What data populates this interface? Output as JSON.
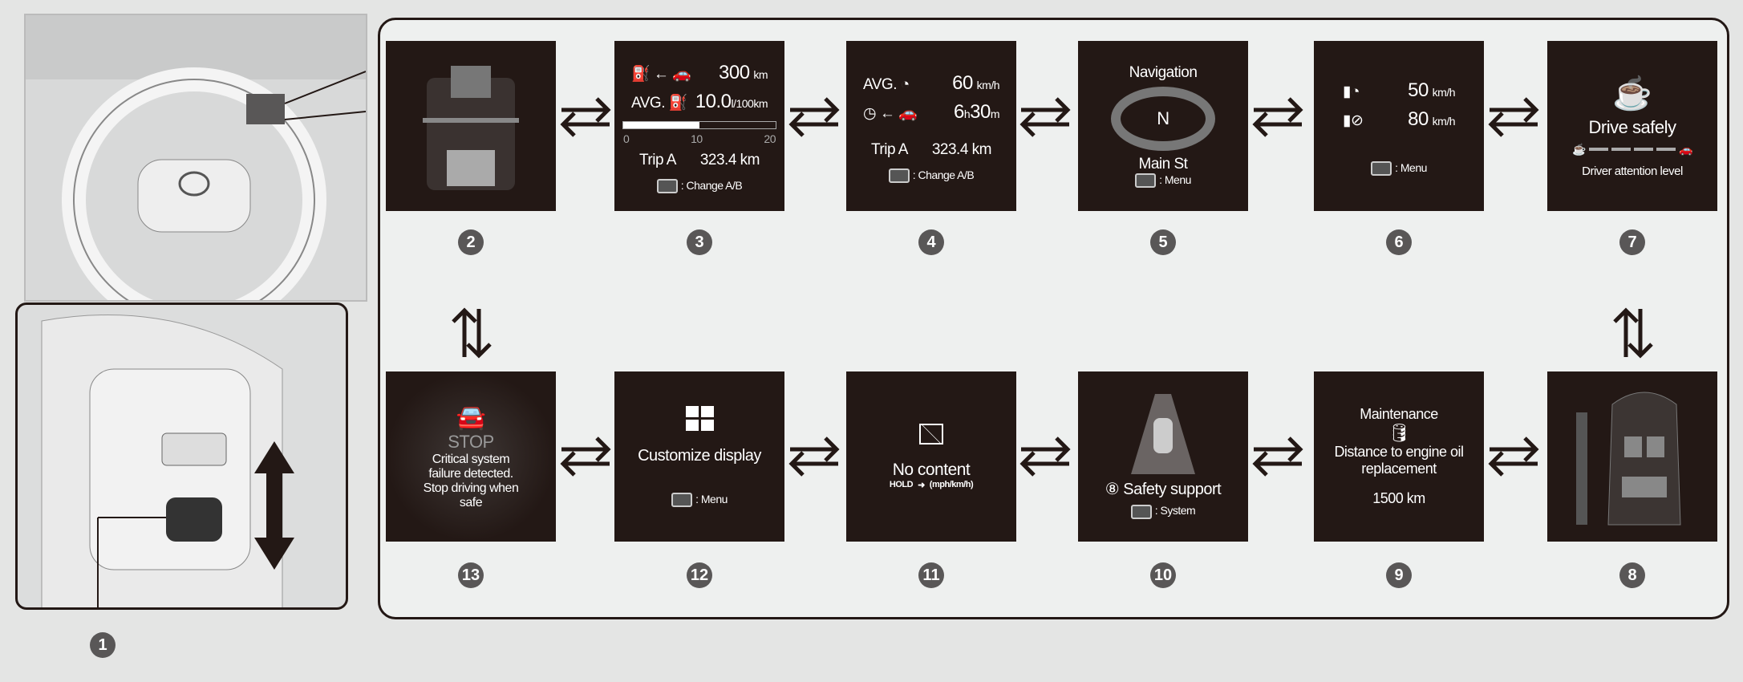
{
  "callout": "1",
  "screens": [
    {
      "n": "2",
      "name": "vehicle-animation"
    },
    {
      "n": "3",
      "range": "300",
      "range_unit": "km",
      "avg_label": "AVG.",
      "avg": "10.0",
      "avg_unit": "l/100km",
      "scale": [
        "0",
        "10",
        "20"
      ],
      "trip": "Trip A",
      "trip_val": "323.4 km",
      "hint": ": Change A/B",
      "fuel_fill": 0.5
    },
    {
      "n": "4",
      "avg_label": "AVG.",
      "speed": "60",
      "speed_unit": "km/h",
      "time_h": "6",
      "h": "h",
      "time_m": "30",
      "m": "m",
      "trip": "Trip A",
      "trip_val": "323.4 km",
      "hint": ": Change A/B"
    },
    {
      "n": "5",
      "title": "Navigation",
      "compass": "N",
      "street": "Main St",
      "hint": ": Menu"
    },
    {
      "n": "6",
      "s1": "50",
      "s2": "80",
      "unit": "km/h",
      "hint": ": Menu"
    },
    {
      "n": "7",
      "title": "Drive safely",
      "sub": "Driver attention level",
      "level": 4
    },
    {
      "n": "8",
      "name": "seat-belt-reminder"
    },
    {
      "n": "9",
      "title": "Maintenance",
      "text": "Distance to engine oil replacement",
      "dist": "1500 km"
    },
    {
      "n": "10",
      "title": "Safety support",
      "hint": ": System"
    },
    {
      "n": "11",
      "title": "No content",
      "hold": "HOLD",
      "mph": "mph",
      "kmh": "km/h"
    },
    {
      "n": "12",
      "title": "Customize display",
      "hint": ": Menu"
    },
    {
      "n": "13",
      "stop": "STOP",
      "text": "Critical system failure detected. Stop driving when safe"
    }
  ]
}
